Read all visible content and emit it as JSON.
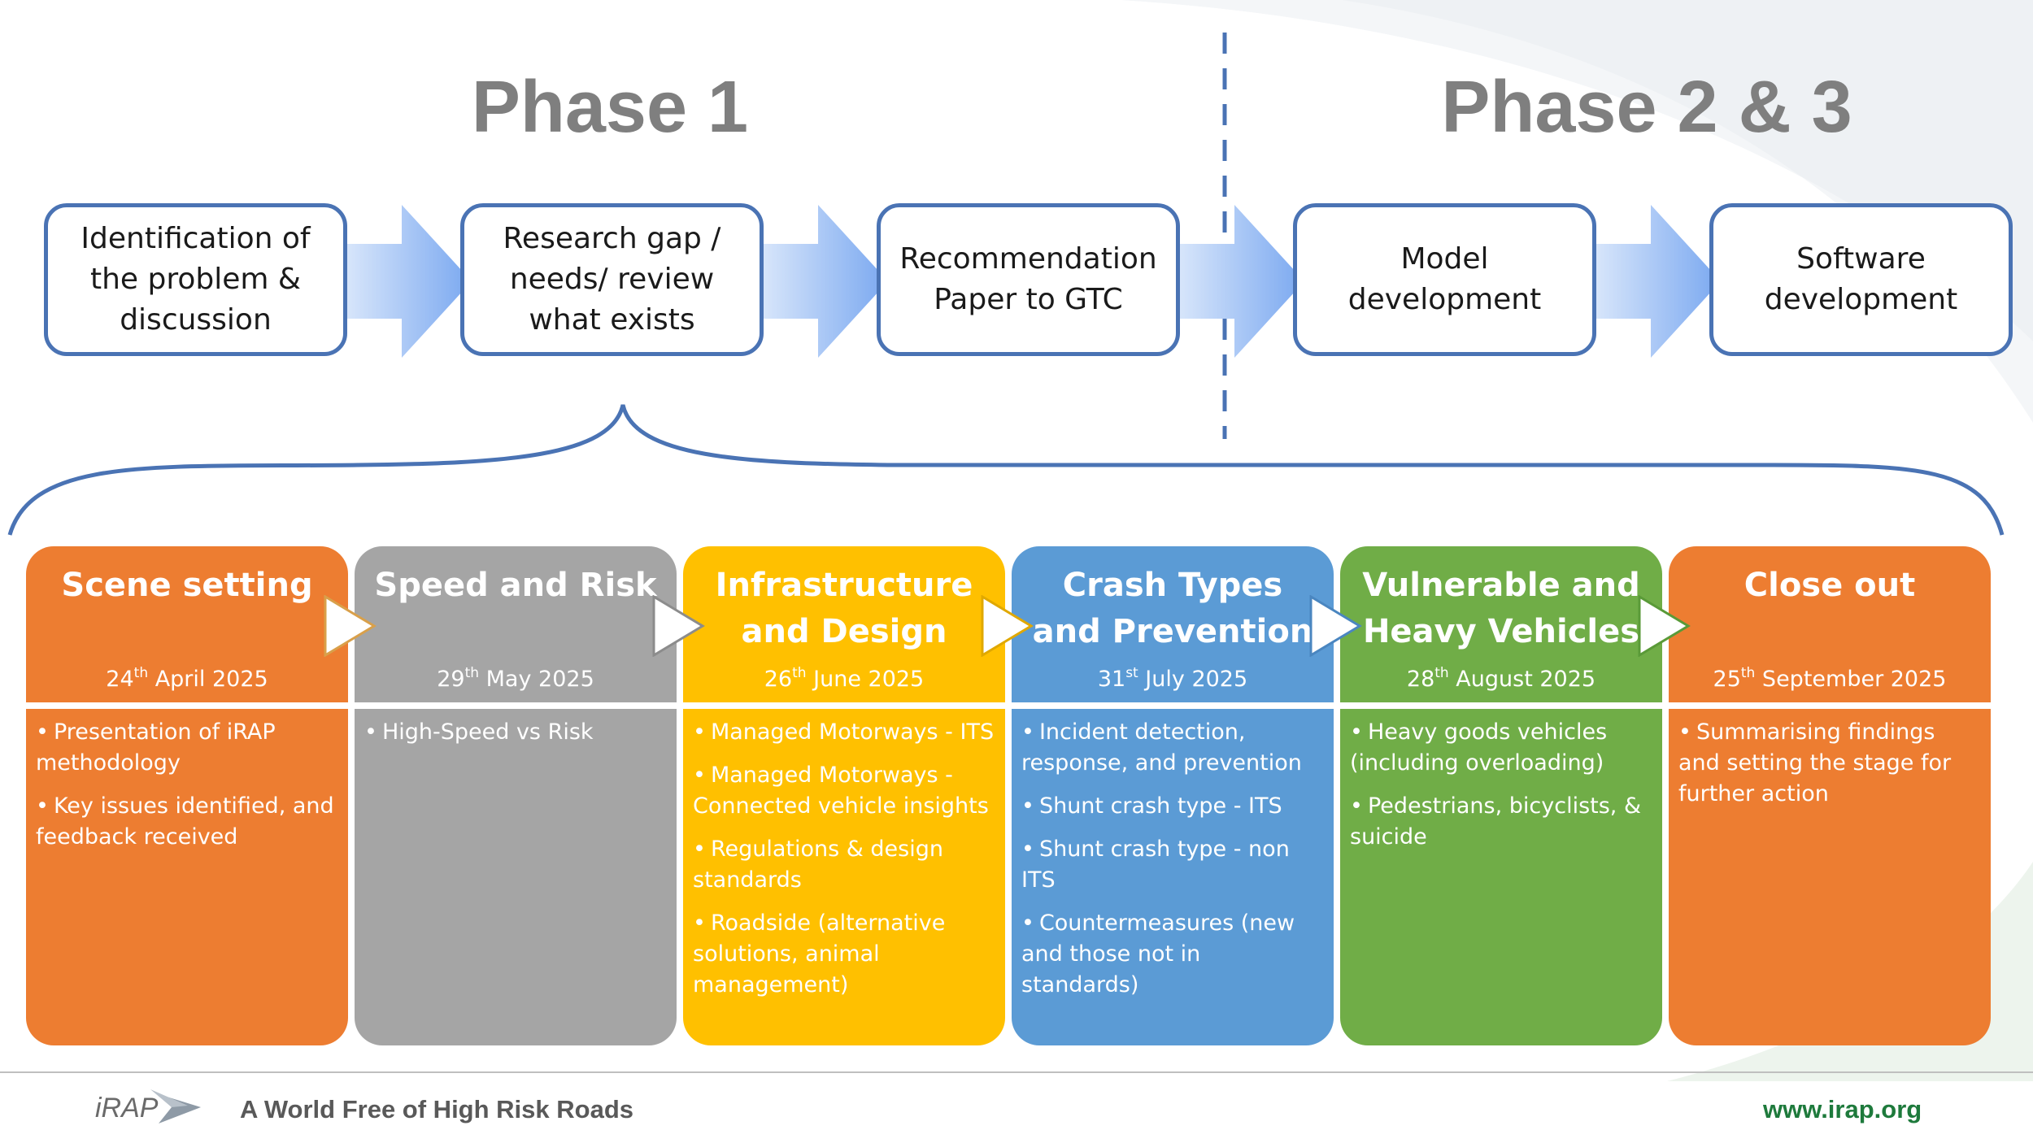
{
  "phases": [
    {
      "title": "Phase 1"
    },
    {
      "title": "Phase 2 & 3"
    }
  ],
  "steps": [
    {
      "lines": [
        "Identification of",
        "the problem &",
        "discussion"
      ]
    },
    {
      "lines": [
        "Research gap /",
        "needs/ review",
        "what exists"
      ]
    },
    {
      "lines": [
        "Recommendation",
        "Paper to GTC"
      ]
    },
    {
      "lines": [
        "Model",
        "development"
      ]
    },
    {
      "lines": [
        "Software",
        "development"
      ]
    }
  ],
  "sessions": [
    {
      "title_lines": [
        "Scene setting"
      ],
      "date": {
        "day": "24",
        "suffix": "th",
        "rest": " April 2025"
      },
      "color": "#ed7d31",
      "bullets": [
        "Presentation of iRAP methodology",
        "Key issues identified, and feedback received"
      ]
    },
    {
      "title_lines": [
        "Speed and Risk"
      ],
      "date": {
        "day": "29",
        "suffix": "th",
        "rest": " May 2025"
      },
      "color": "#a5a5a5",
      "bullets": [
        "High-Speed vs Risk"
      ]
    },
    {
      "title_lines": [
        "Infrastructure",
        "and Design"
      ],
      "date": {
        "day": "26",
        "suffix": "th",
        "rest": " June 2025"
      },
      "color": "#ffc000",
      "bullets": [
        "Managed Motorways - ITS",
        "Managed Motorways - Connected vehicle insights",
        "Regulations & design standards",
        "Roadside (alternative solutions, animal management)"
      ]
    },
    {
      "title_lines": [
        "Crash Types",
        "and Prevention"
      ],
      "date": {
        "day": "31",
        "suffix": "st",
        "rest": " July 2025"
      },
      "color": "#5b9bd5",
      "bullets": [
        "Incident detection, response, and prevention",
        "Shunt crash type - ITS",
        "Shunt crash type - non ITS",
        "Countermeasures (new and those not in standards)"
      ]
    },
    {
      "title_lines": [
        "Vulnerable and",
        "Heavy Vehicles"
      ],
      "date": {
        "day": "28",
        "suffix": "th",
        "rest": " August 2025"
      },
      "color": "#70ad47",
      "bullets": [
        "Heavy goods vehicles (including overloading)",
        "Pedestrians, bicyclists, & suicide"
      ]
    },
    {
      "title_lines": [
        "Close out"
      ],
      "date": {
        "day": "25",
        "suffix": "th",
        "rest": " September 2025"
      },
      "color": "#ed7d31",
      "bullets": [
        "Summarising findings and setting the stage for further action"
      ]
    }
  ],
  "footer": {
    "logo_text": "iRAP",
    "tagline": "A World Free of High Risk Roads",
    "url": "www.irap.org"
  },
  "colors": {
    "box_border": "#4a73b4",
    "phase_text": "#7f7f7f",
    "divider": "#4a73b4",
    "arrow_light": "#dbe8fb",
    "arrow_dark": "#7aa8f0",
    "url_green": "#1e7a3c"
  }
}
